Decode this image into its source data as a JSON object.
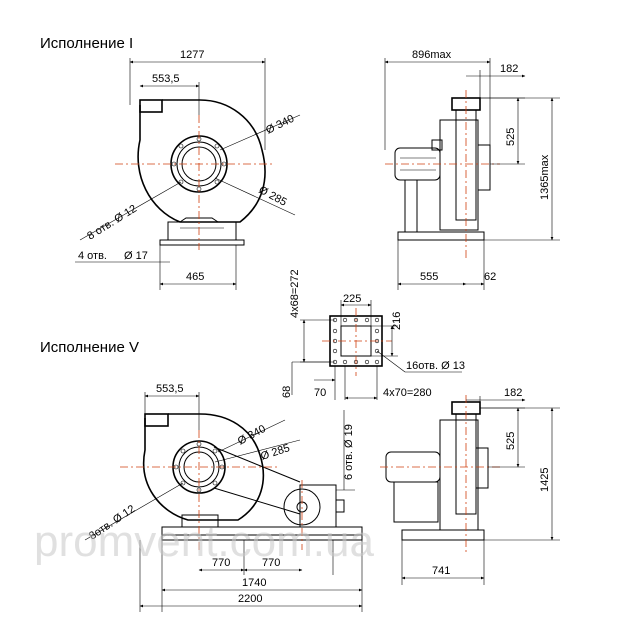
{
  "labels": {
    "version_1": "Исполнение I",
    "version_5": "Исполнение V"
  },
  "watermark": "promvent.com.ua",
  "dims_v1_front": {
    "overall_width": "1277",
    "inlet_offset": "553,5",
    "flange_d340": "Ø 340",
    "flange_d285": "Ø 285",
    "holes_8": "8 отв. Ø 12",
    "holes_4": "4 отв.",
    "holes_4_d": "Ø 17",
    "base_width": "465"
  },
  "dims_v1_side": {
    "max_width": "896max",
    "outlet": "182",
    "outlet_h": "525",
    "max_height": "1365max",
    "base_a": "555",
    "base_b": "62"
  },
  "dims_flange": {
    "width": "225",
    "height": "216",
    "vert_pitch": "4x68=272",
    "holes": "16отв. Ø 13",
    "left_v": "68",
    "left_h": "70",
    "horiz_pitch": "4x70=280"
  },
  "dims_v5_front": {
    "inlet_offset": "553,5",
    "flange_d340": "Ø 340",
    "flange_d285": "Ø 285",
    "holes_8": "8отв. Ø 12",
    "holes_6": "6 отв. Ø 19",
    "span_a": "770",
    "span_b": "770",
    "frame_len": "1740",
    "total_len": "2200"
  },
  "dims_v5_side": {
    "outlet": "182",
    "outlet_h": "525",
    "height": "1425",
    "base_width": "741"
  },
  "colors": {
    "line": "#000000",
    "centerline": "#d04010",
    "watermark": "#c8c8c8"
  }
}
